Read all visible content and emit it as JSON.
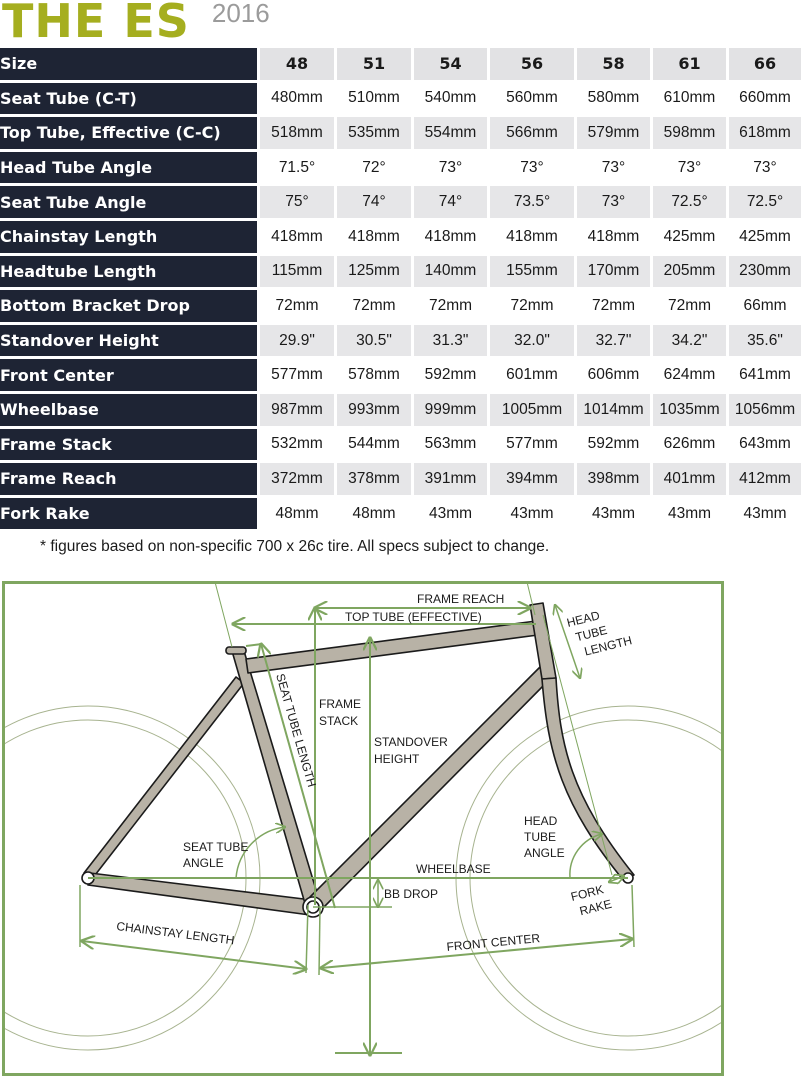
{
  "header": {
    "title": "THE ES",
    "year": "2016"
  },
  "colors": {
    "title": "#a5ae1f",
    "year": "#9b9b9b",
    "label_bg": "#1e2434",
    "header_cell_bg": "#e2e2e4",
    "stripe_bg": "#e6e6e8",
    "plain_bg": "#ffffff",
    "diagram_green": "#7fa660",
    "frame_fill": "#b8b2a6",
    "frame_stroke": "#1b1b1b",
    "wheel_line": "#a7b38f"
  },
  "table": {
    "size_label": "Size",
    "sizes": [
      "48",
      "51",
      "54",
      "56",
      "58",
      "61",
      "66"
    ],
    "rows": [
      {
        "label": "Seat Tube (C-T)",
        "values": [
          "480mm",
          "510mm",
          "540mm",
          "560mm",
          "580mm",
          "610mm",
          "660mm"
        ]
      },
      {
        "label": "Top Tube, Effective (C-C)",
        "values": [
          "518mm",
          "535mm",
          "554mm",
          "566mm",
          "579mm",
          "598mm",
          "618mm"
        ]
      },
      {
        "label": "Head Tube Angle",
        "values": [
          "71.5°",
          "72°",
          "73°",
          "73°",
          "73°",
          "73°",
          "73°"
        ]
      },
      {
        "label": "Seat Tube Angle",
        "values": [
          "75°",
          "74°",
          "74°",
          "73.5°",
          "73°",
          "72.5°",
          "72.5°"
        ]
      },
      {
        "label": "Chainstay Length",
        "values": [
          "418mm",
          "418mm",
          "418mm",
          "418mm",
          "418mm",
          "425mm",
          "425mm"
        ]
      },
      {
        "label": "Headtube Length",
        "values": [
          "115mm",
          "125mm",
          "140mm",
          "155mm",
          "170mm",
          "205mm",
          "230mm"
        ]
      },
      {
        "label": "Bottom Bracket Drop",
        "values": [
          "72mm",
          "72mm",
          "72mm",
          "72mm",
          "72mm",
          "72mm",
          "66mm"
        ]
      },
      {
        "label": "Standover Height",
        "values": [
          "29.9\"",
          "30.5\"",
          "31.3\"",
          "32.0\"",
          "32.7\"",
          "34.2\"",
          "35.6\""
        ]
      },
      {
        "label": "Front Center",
        "values": [
          "577mm",
          "578mm",
          "592mm",
          "601mm",
          "606mm",
          "624mm",
          "641mm"
        ]
      },
      {
        "label": "Wheelbase",
        "values": [
          "987mm",
          "993mm",
          "999mm",
          "1005mm",
          "1014mm",
          "1035mm",
          "1056mm"
        ]
      },
      {
        "label": "Frame Stack",
        "values": [
          "532mm",
          "544mm",
          "563mm",
          "577mm",
          "592mm",
          "626mm",
          "643mm"
        ]
      },
      {
        "label": "Frame Reach",
        "values": [
          "372mm",
          "378mm",
          "391mm",
          "394mm",
          "398mm",
          "401mm",
          "412mm"
        ]
      },
      {
        "label": "Fork Rake",
        "values": [
          "48mm",
          "48mm",
          "43mm",
          "43mm",
          "43mm",
          "43mm",
          "43mm"
        ]
      }
    ]
  },
  "footnote": "* figures based on non-specific 700 x 26c tire. All specs subject to change.",
  "diagram": {
    "labels": {
      "frame_reach": "FRAME REACH",
      "top_tube": "TOP TUBE (EFFECTIVE)",
      "head_tube_length_1": "HEAD",
      "head_tube_length_2": "TUBE",
      "head_tube_length_3": "LENGTH",
      "seat_tube_length": "SEAT TUBE LENGTH",
      "frame_stack_1": "FRAME",
      "frame_stack_2": "STACK",
      "standover_1": "STANDOVER",
      "standover_2": "HEIGHT",
      "seat_tube_angle_1": "SEAT TUBE",
      "seat_tube_angle_2": "ANGLE",
      "head_tube_angle_1": "HEAD",
      "head_tube_angle_2": "TUBE",
      "head_tube_angle_3": "ANGLE",
      "wheelbase": "WHEELBASE",
      "bb_drop": "BB DROP",
      "fork_rake_1": "FORK",
      "fork_rake_2": "RAKE",
      "chainstay_length": "CHAINSTAY LENGTH",
      "front_center": "FRONT CENTER"
    }
  }
}
